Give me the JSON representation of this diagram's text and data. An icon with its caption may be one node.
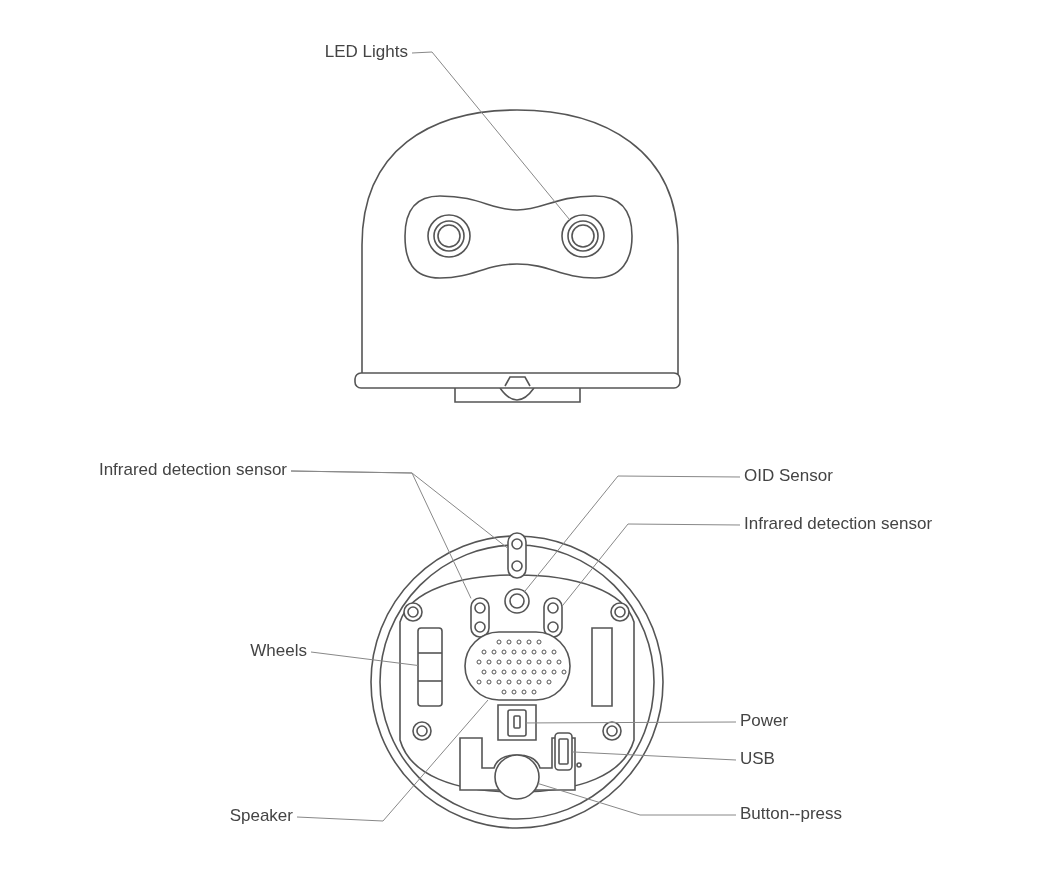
{
  "diagram": {
    "nodes": [
      {
        "text": [
          "LED Lights"
        ]
      },
      {
        "text": [],
        "shape": "circle"
      },
      {
        "text": [
          "Infrared detection sensor"
        ]
      },
      {
        "text": [],
        "shape": "box"
      },
      {
        "text": [],
        "shape": "box"
      },
      {
        "text": [
          "OID Sensor"
        ]
      },
      {
        "text": [],
        "shape": "circle"
      },
      {
        "text": [
          "Infrared detection sensor"
        ]
      },
      {
        "text": [],
        "shape": "box"
      },
      {
        "text": [
          "Wheels"
        ]
      },
      {
        "text": [],
        "shape": "box"
      },
      {
        "text": [
          "Power"
        ]
      },
      {
        "text": [],
        "shape": "box"
      },
      {
        "text": [
          "USB"
        ]
      },
      {
        "text": [],
        "shape": "box"
      },
      {
        "text": [
          "Button--press"
        ]
      },
      {
        "text": [],
        "shape": "circle"
      },
      {
        "text": [
          "Speaker"
        ]
      },
      {
        "text": [],
        "shape": "box"
      }
    ],
    "edges": [
      {
        "from": 0,
        "to": 1,
        "arrow": "none"
      },
      {
        "from": 2,
        "to": 3,
        "arrow": "none"
      },
      {
        "from": 2,
        "to": 4,
        "arrow": "none"
      },
      {
        "from": 5,
        "to": 6,
        "arrow": "none"
      },
      {
        "from": 7,
        "to": 8,
        "arrow": "none"
      },
      {
        "from": 9,
        "to": 10,
        "arrow": "none"
      },
      {
        "from": 11,
        "to": 12,
        "arrow": "none"
      },
      {
        "from": 13,
        "to": 14,
        "arrow": "none"
      },
      {
        "from": 15,
        "to": 16,
        "arrow": "none"
      },
      {
        "from": 17,
        "to": 18,
        "arrow": "none"
      }
    ]
  }
}
